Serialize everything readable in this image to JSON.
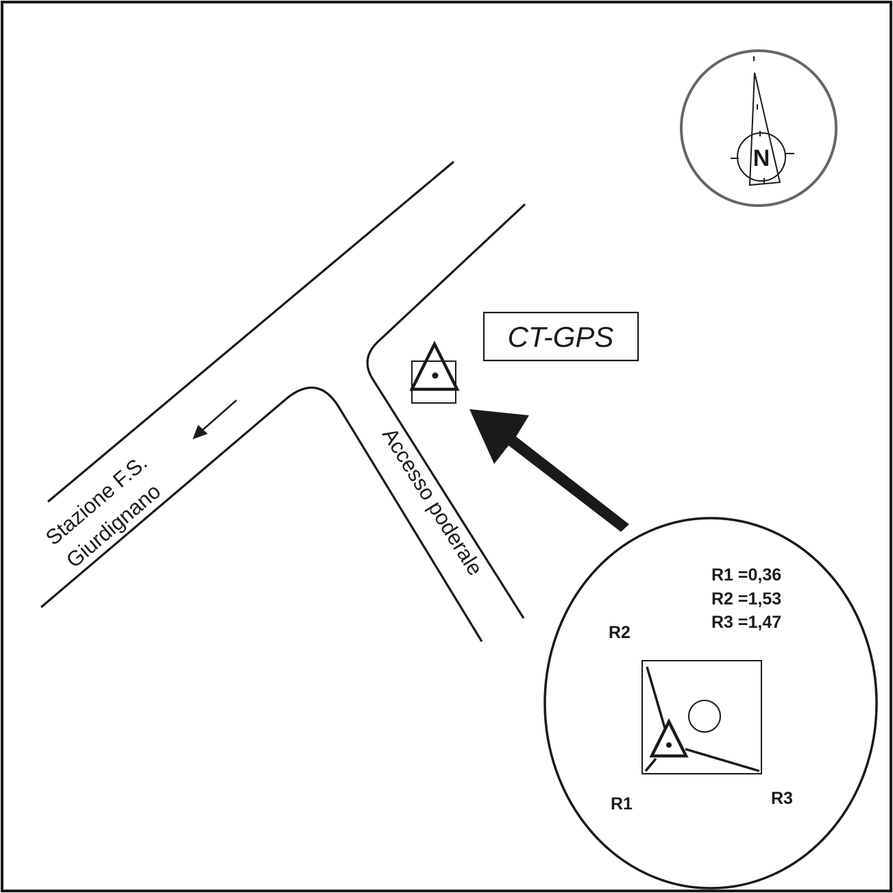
{
  "title": "Monografia punto CT-GPS",
  "station_label": "CT-GPS",
  "roads": {
    "main_road_label_line1": "Stazione F.S.",
    "main_road_label_line2": "Giurdignano",
    "access_road_label": "Accesso poderale"
  },
  "compass": {
    "north_label": "N"
  },
  "detail_inset": {
    "measurements": [
      {
        "label": "R1",
        "value": "0,36",
        "text": "R1 =0,36"
      },
      {
        "label": "R2",
        "value": "1,53",
        "text": "R2 =1,53"
      },
      {
        "label": "R3",
        "value": "1,47",
        "text": "R3 =1,47"
      }
    ],
    "reference_labels": {
      "r1": "R1",
      "r2": "R2",
      "r3": "R3"
    }
  },
  "colors": {
    "ink": "#1a1a1a",
    "compass_ring": "#666666",
    "background": "#ffffff"
  }
}
